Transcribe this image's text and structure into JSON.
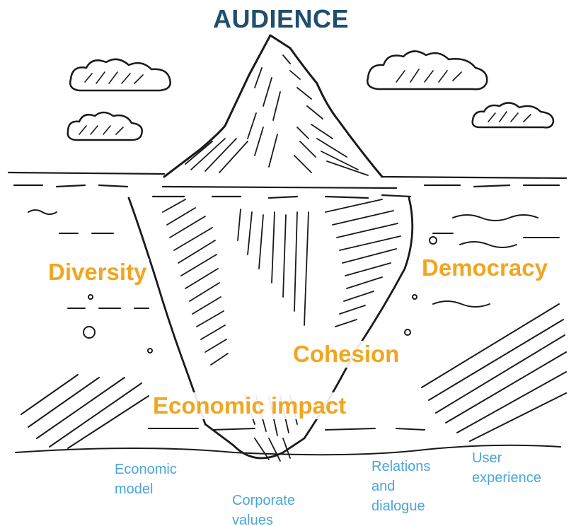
{
  "colors": {
    "title": "#1f4e6f",
    "primary_label": "#f2a51f",
    "secondary_label": "#4aa6d8",
    "ink": "#1a1a1a"
  },
  "title": "AUDIENCE",
  "primary_labels": {
    "diversity": "Diversity",
    "democracy": "Democracy",
    "cohesion": "Cohesion",
    "economic_impact": "Economic impact"
  },
  "secondary_labels": {
    "economic_model": "Economic model",
    "corporate_values": "Corporate values",
    "relations_dialogue": "Relations and dialogue",
    "user_experience": "User experience"
  },
  "illustration": {
    "subject": "iceberg-sketch",
    "elements": [
      "iceberg-tip",
      "iceberg-underwater-body",
      "waterline",
      "clouds",
      "water-ripples",
      "bubbles",
      "seabed-hatching"
    ]
  }
}
